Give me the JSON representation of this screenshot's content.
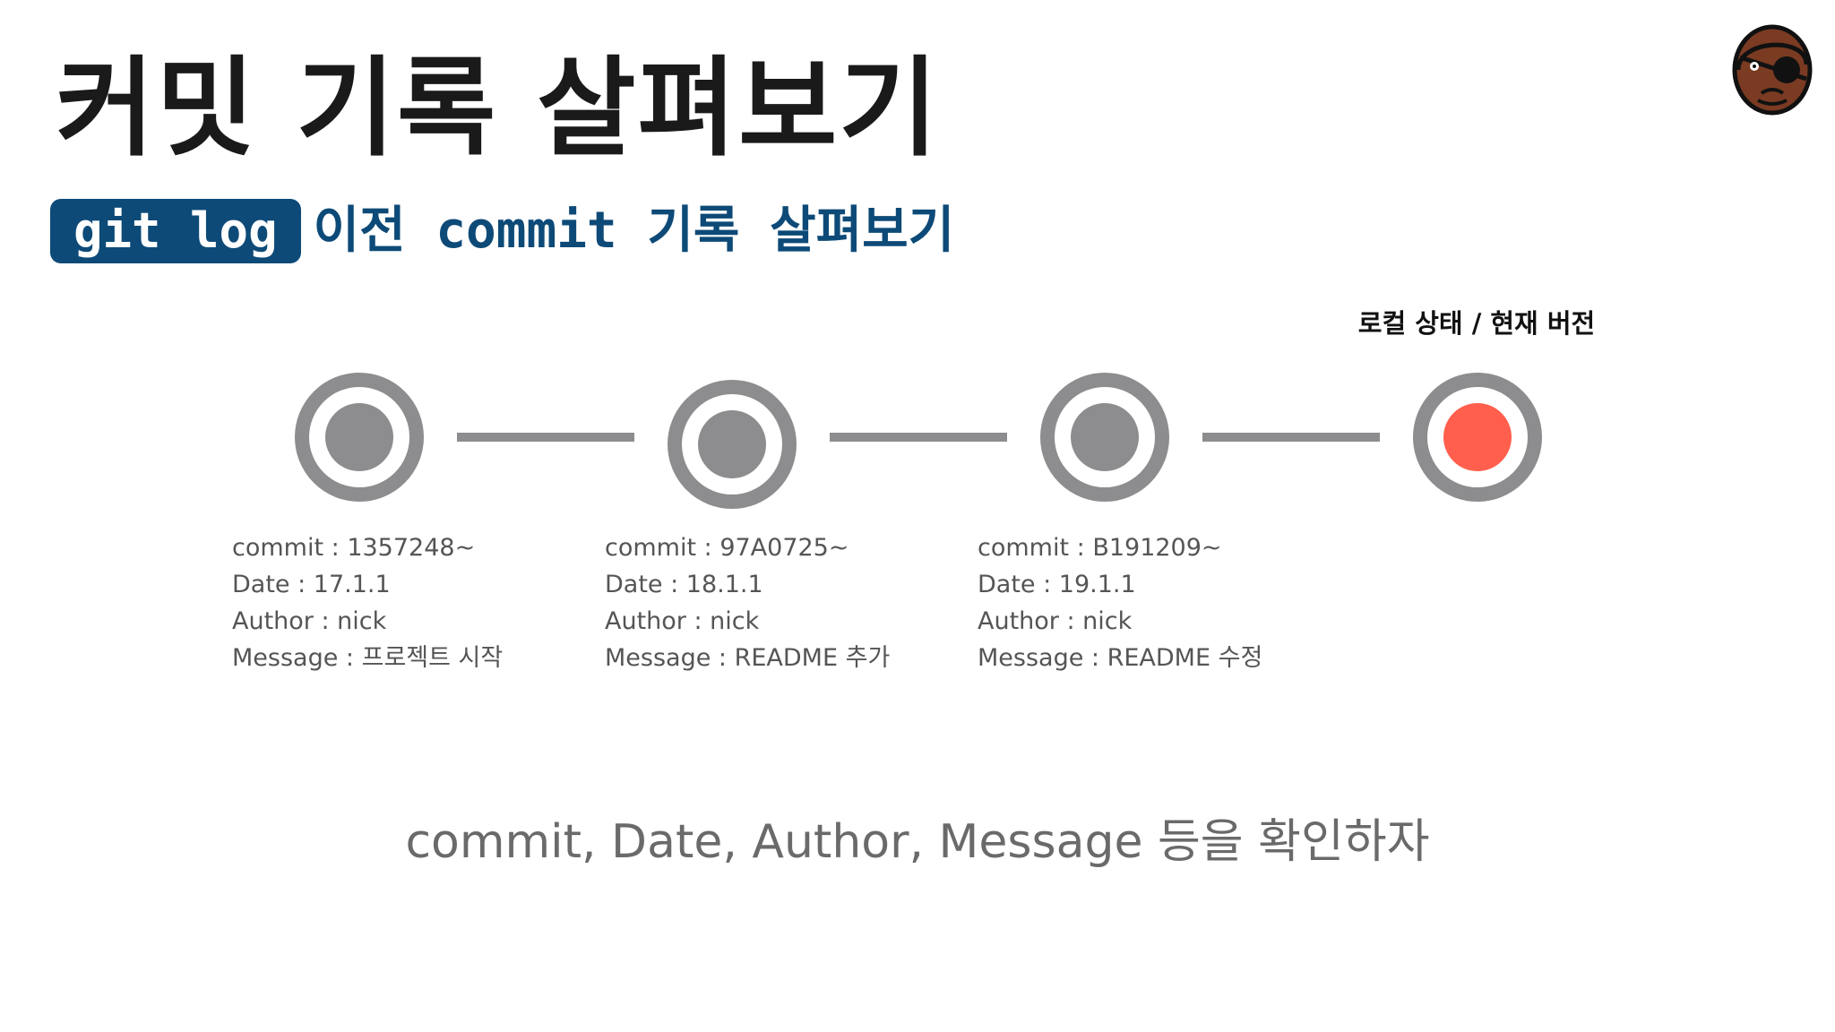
{
  "slide": {
    "title": "커밋 기록 살펴보기",
    "code_badge": "git log",
    "subtitle": "이전 commit 기록 살펴보기",
    "current_label": "로컬 상태 / 현재 버전",
    "footer": "commit, Date, Author, Message 등을 확인하자"
  },
  "mascot": {
    "icon": "eyepatch-avatar-icon"
  },
  "colors": {
    "title": "#1a1a1a",
    "badge_bg": "#0d4a78",
    "subtitle": "#0d4a78",
    "node_gray": "#8d8d8f",
    "node_current": "#ff5f4c",
    "info_text": "#555555"
  },
  "commits": [
    {
      "commit": "commit  : 1357248~",
      "date": "Date : 17.1.1",
      "author": "Author : nick",
      "message": "Message : 프로젝트 시작"
    },
    {
      "commit": "commit  : 97A0725~",
      "date": "Date : 18.1.1",
      "author": "Author : nick",
      "message": "Message : README 추가"
    },
    {
      "commit": "commit  : B191209~",
      "date": "Date : 19.1.1",
      "author": "Author : nick",
      "message": "Message : README 수정"
    }
  ]
}
